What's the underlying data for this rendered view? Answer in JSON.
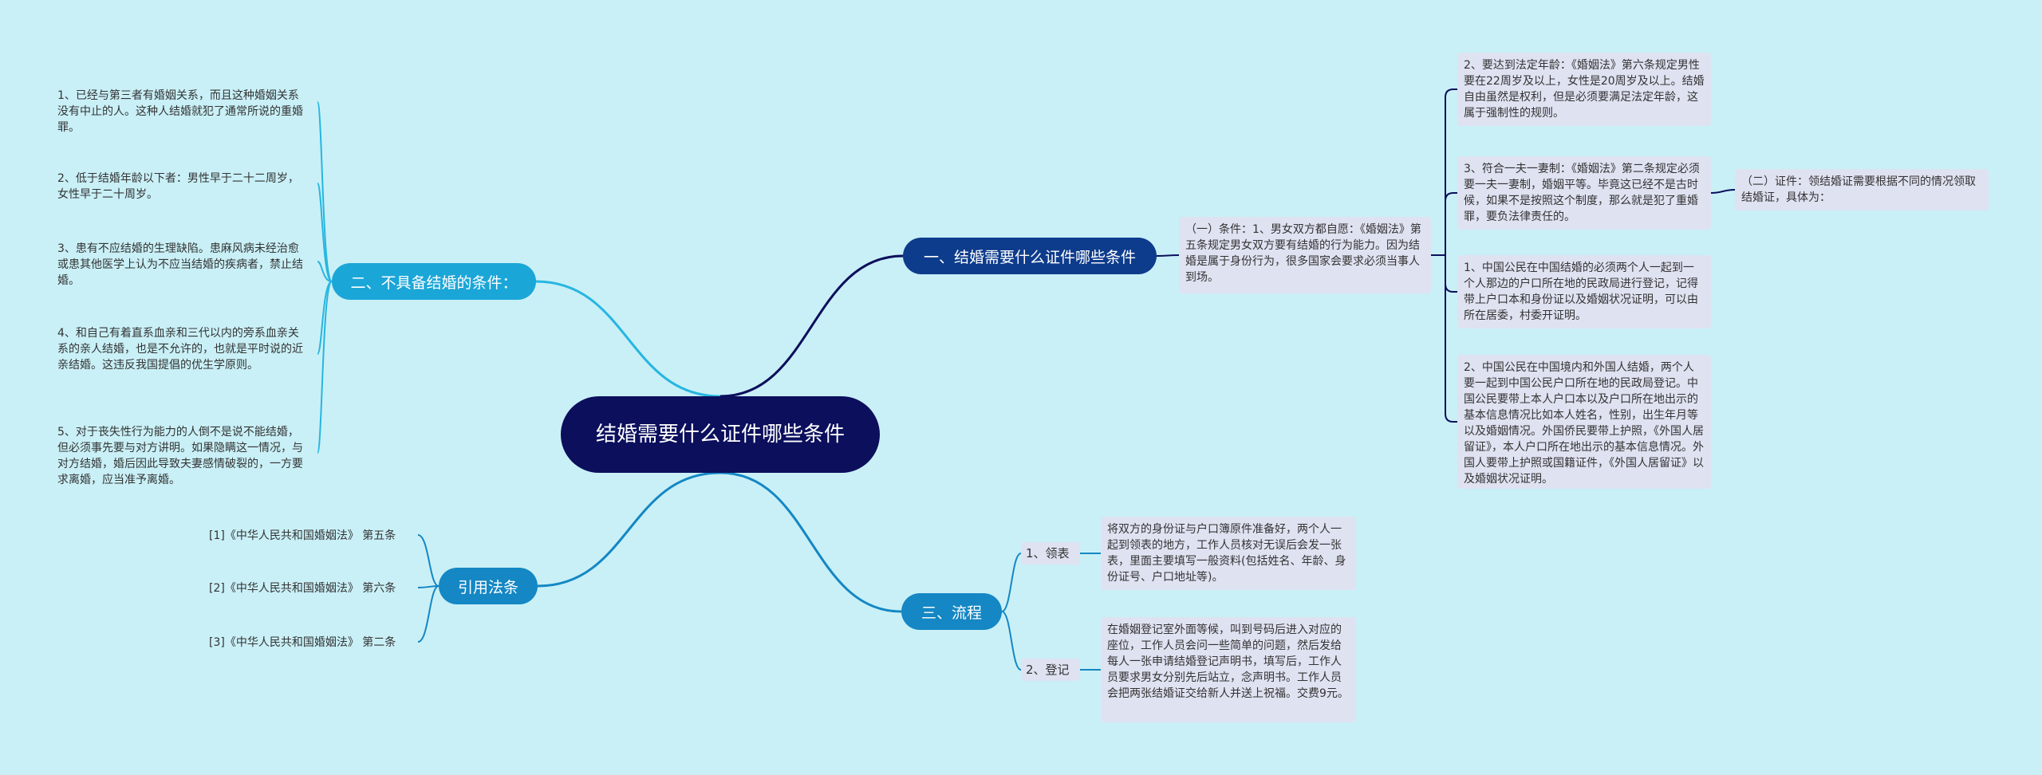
{
  "root": {
    "text": "结婚需要什么证件哪些条件"
  },
  "branches": {
    "b1": {
      "label": "一、结婚需要什么证件哪些条件",
      "condition": "（一）条件：1、男女双方都自愿：《婚姻法》第五条规定男女双方要有结婚的行为能力。因为结婚是属于身份行为，很多国家会要求必须当事人到场。",
      "items": [
        "2、要达到法定年龄：《婚姻法》第六条规定男性要在22周岁及以上，女性是20周岁及以上。结婚自由虽然是权利，但是必须要满足法定年龄，这属于强制性的规则。",
        "3、符合一夫一妻制：《婚姻法》第二条规定必须要一夫一妻制，婚姻平等。毕竟这已经不是古时候，如果不是按照这个制度，那么就是犯了重婚罪，要负法律责任的。",
        "1、中国公民在中国结婚的必须两个人一起到一个人那边的户口所在地的民政局进行登记，记得带上户口本和身份证以及婚姻状况证明，可以由所在居委，村委开证明。",
        "2、中国公民在中国境内和外国人结婚，两个人要一起到中国公民户口所在地的民政局登记。中国公民要带上本人户口本以及户口所在地出示的基本信息情况比如本人姓名，性别，出生年月等以及婚姻情况。外国侨民要带上护照，《外国人居留证》，本人户口所在地出示的基本信息情况。外国人要带上护照或国籍证件，《外国人居留证》以及婚姻状况证明。"
      ],
      "certificate": "（二）证件：领结婚证需要根据不同的情况领取结婚证，具体为："
    },
    "b2": {
      "label": "二、不具备结婚的条件：",
      "items": [
        "1、已经与第三者有婚姻关系，而且这种婚姻关系没有中止的人。这种人结婚就犯了通常所说的重婚罪。",
        "2、低于结婚年龄以下者：男性早于二十二周岁，女性早于二十周岁。",
        "3、患有不应结婚的生理缺陷。患麻风病未经治愈或患其他医学上认为不应当结婚的疾病者，禁止结婚。",
        "4、和自己有着直系血亲和三代以内的旁系血亲关系的亲人结婚，也是不允许的，也就是平时说的近亲结婚。这违反我国提倡的优生学原则。",
        "5、对于丧失性行为能力的人倒不是说不能结婚，但必须事先要与对方讲明。如果隐瞒这一情况，与对方结婚，婚后因此导致夫妻感情破裂的，一方要求离婚，应当准予离婚。"
      ]
    },
    "b3": {
      "label": "三、流程",
      "steps": [
        {
          "label": "1、领表",
          "text": "将双方的身份证与户口簿原件准备好，两个人一起到领表的地方，工作人员核对无误后会发一张表，里面主要填写一般资料(包括姓名、年龄、身份证号、户口地址等)。"
        },
        {
          "label": "2、登记",
          "text": "在婚姻登记室外面等候，叫到号码后进入对应的座位，工作人员会问一些简单的问题，然后发给每人一张申请结婚登记声明书，填写后，工作人员要求男女分别先后站立，念声明书。工作人员会把两张结婚证交给新人并送上祝福。交费9元。"
        }
      ]
    },
    "b4": {
      "label": "引用法条",
      "items": [
        "[1]《中华人民共和国婚姻法》 第五条",
        "[2]《中华人民共和国婚姻法》 第六条",
        "[3]《中华人民共和国婚姻法》 第二条"
      ]
    }
  },
  "colors": {
    "background": "#c9f0f7",
    "root": "#0b0f5c",
    "branch_dark": "#0e3c8c",
    "branch_light": "#1ba6d8",
    "branch_mid": "#1487c4",
    "leaf_box": "#dfe2f1",
    "link_dark": "#0b0f5c",
    "link_light": "#27b6e0",
    "link_mid": "#1487c4"
  }
}
